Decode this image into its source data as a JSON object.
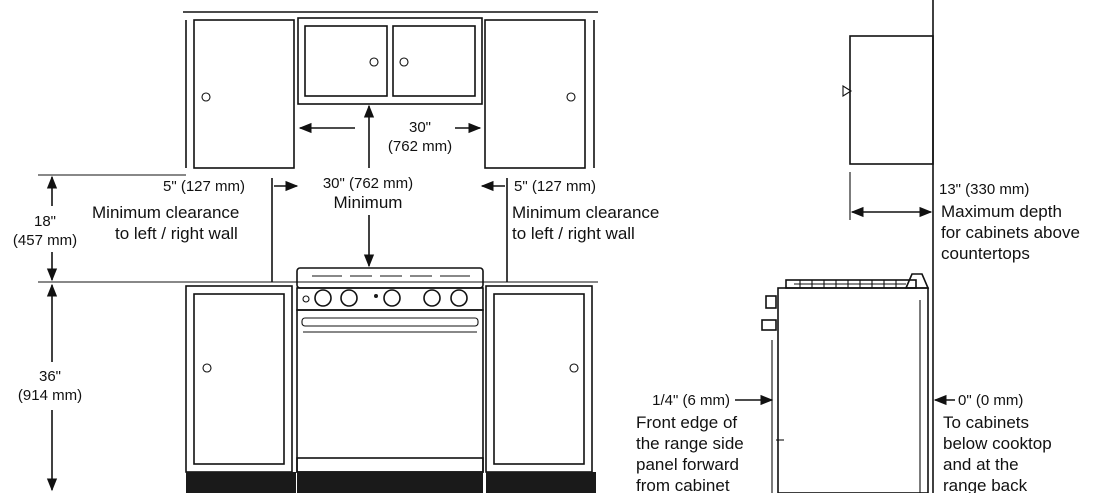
{
  "front_view": {
    "upper_width": {
      "imperial": "30\"",
      "metric": "(762 mm)"
    },
    "side_clearance_left": {
      "value": "5\" (127 mm)",
      "line1": "Minimum clearance",
      "line2": "to left / right wall"
    },
    "side_clearance_right": {
      "value": "5\" (127 mm)",
      "line1": "Minimum clearance",
      "line2": "to left / right wall"
    },
    "hood_clearance": {
      "value": "30\" (762 mm)",
      "line2": "Minimum"
    },
    "upper_gap": {
      "imperial": "18\"",
      "metric": "(457 mm)"
    },
    "counter_height": {
      "imperial": "36\"",
      "metric": "(914 mm)"
    }
  },
  "side_view": {
    "max_depth": {
      "value": "13\" (330 mm)",
      "line1": "Maximum depth",
      "line2": "for cabinets above",
      "line3": "countertops"
    },
    "front_edge": {
      "value": "1/4\" (6 mm)",
      "line1": "Front edge of",
      "line2": "the range side",
      "line3": "panel forward",
      "line4": "from cabinet"
    },
    "back": {
      "value": "0\" (0 mm)",
      "line1": "To cabinets",
      "line2": "below cooktop",
      "line3": "and at the",
      "line4": "range back"
    }
  }
}
